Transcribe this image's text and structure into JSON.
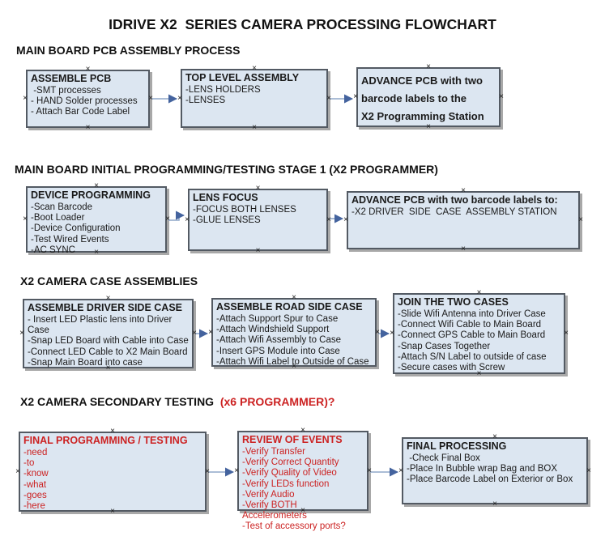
{
  "title": "IDRIVE X2  SERIES CAMERA PROCESSING FLOWCHART",
  "icons": {
    "connection_handle": "×",
    "arrowhead": "▶"
  },
  "colors": {
    "box_fill": "#dce6f1",
    "box_border": "#535a63",
    "box_shadow": "#a8a8a8",
    "red_text": "#cc2222",
    "connector_line": "#8fa7c8",
    "connector_arrow": "#44639e",
    "text": "#1a1a1a"
  },
  "sections": [
    {
      "heading": "MAIN BOARD PCB ASSEMBLY PROCESS",
      "boxes": [
        {
          "title": "ASSEMBLE PCB",
          "items": [
            " -SMT processes",
            "- HAND Solder processes",
            "- Attach Bar Code Label"
          ]
        },
        {
          "title": "TOP LEVEL ASSEMBLY",
          "items": [
            "-LENS HOLDERS",
            "-LENSES"
          ]
        },
        {
          "title": "ADVANCE PCB with two\nbarcode labels to the\n X2 Programming Station",
          "items": []
        }
      ]
    },
    {
      "heading": "MAIN BOARD INITIAL PROGRAMMING/TESTING STAGE 1 (X2 PROGRAMMER)",
      "boxes": [
        {
          "title": "DEVICE PROGRAMMING",
          "items": [
            "-Scan Barcode",
            "-Boot Loader",
            "-Device Configuration",
            "-Test Wired Events",
            "-AC SYNC"
          ]
        },
        {
          "title": "LENS FOCUS",
          "items": [
            "-FOCUS BOTH LENSES",
            "-GLUE LENSES"
          ]
        },
        {
          "title": "ADVANCE PCB with two barcode labels to:",
          "items": [
            "-X2 DRIVER  SIDE  CASE  ASSEMBLY STATION"
          ]
        }
      ]
    },
    {
      "heading": "X2 CAMERA CASE ASSEMBLIES",
      "boxes": [
        {
          "title": "ASSEMBLE DRIVER SIDE CASE",
          "items": [
            "- Insert LED Plastic lens into Driver Case",
            "-Snap LED Board with Cable into Case",
            "-Connect LED Cable to X2 Main Board",
            "-Snap Main Board into case"
          ]
        },
        {
          "title": "ASSEMBLE ROAD SIDE CASE",
          "items": [
            "-Attach Support Spur to Case",
            "-Attach Windshield Support",
            "-Attach Wifi Assembly to Case",
            "-Insert GPS Module into Case",
            "-Attach Wifi Label to Outside of Case"
          ]
        },
        {
          "title": "JOIN THE TWO CASES",
          "items": [
            "-Slide Wifi Antenna into Driver Case",
            "-Connect Wifi Cable to Main Board",
            "-Connect GPS Cable to Main Board",
            "-Snap Cases Together",
            "-Attach S/N Label to outside of case",
            "-Secure cases with Screw"
          ]
        }
      ]
    },
    {
      "heading": "X2 CAMERA SECONDARY TESTING ",
      "heading_red": " (x6 PROGRAMMER)?",
      "boxes": [
        {
          "title": "FINAL PROGRAMMING / TESTING",
          "items": [
            "-need",
            "-to",
            "-know",
            "-what",
            "-goes",
            "-here"
          ]
        },
        {
          "title": "REVIEW OF EVENTS",
          "items": [
            "-Verify Transfer",
            "-Verify Correct Quantity",
            "-Verify Quality of Video",
            "-Verify LEDs function",
            "-Verify Audio",
            "-Verify BOTH Accelerometers",
            "-Test of accessory ports?"
          ]
        },
        {
          "title": "FINAL PROCESSING",
          "items": [
            " -Check Final Box",
            "-Place In Bubble wrap Bag and BOX",
            "-Place Barcode Label on Exterior or Box"
          ]
        }
      ]
    }
  ]
}
